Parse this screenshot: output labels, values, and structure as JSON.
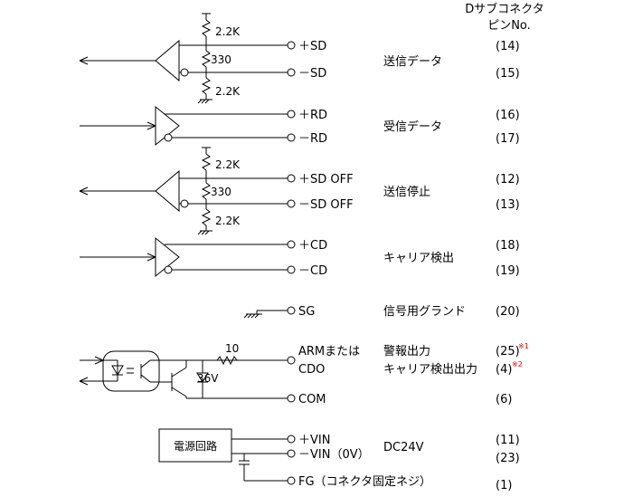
{
  "header": {
    "line1": "Dサブコネクタ",
    "line2": "ピンNo."
  },
  "resistors": {
    "pullup": "2.2K",
    "termination": "330",
    "pulldown": "2.2K",
    "arm_series": "10"
  },
  "zener": "36V",
  "power_block": "電源回路",
  "notes": {
    "n1": "※1",
    "n2": "※2"
  },
  "rows": [
    {
      "terminal": "＋SD",
      "pin": "(14)"
    },
    {
      "terminal": "－SD",
      "pin": "(15)"
    },
    {
      "terminal": "＋RD",
      "pin": "(16)"
    },
    {
      "terminal": "－RD",
      "pin": "(17)"
    },
    {
      "terminal": "＋SD OFF",
      "pin": "(12)"
    },
    {
      "terminal": "－SD OFF",
      "pin": "(13)"
    },
    {
      "terminal": "＋CD",
      "pin": "(18)"
    },
    {
      "terminal": "－CD",
      "pin": "(19)"
    },
    {
      "terminal": "SG",
      "pin": "(20)"
    },
    {
      "terminal": "ARMまたは",
      "pin": "(25)"
    },
    {
      "terminal": "CDO",
      "pin": "(4)"
    },
    {
      "terminal": "COM",
      "pin": "(6)"
    },
    {
      "terminal": "＋VIN",
      "pin": "(11)"
    },
    {
      "terminal": "－VIN（0V）",
      "pin": "(23)"
    },
    {
      "terminal": "FG（コネクタ固定ネジ）",
      "pin": "(1)"
    }
  ],
  "signals": [
    "送信データ",
    "受信データ",
    "送信停止",
    "キャリア検出",
    "信号用グランド",
    "警報出力",
    "キャリア検出出力",
    "DC24V"
  ]
}
